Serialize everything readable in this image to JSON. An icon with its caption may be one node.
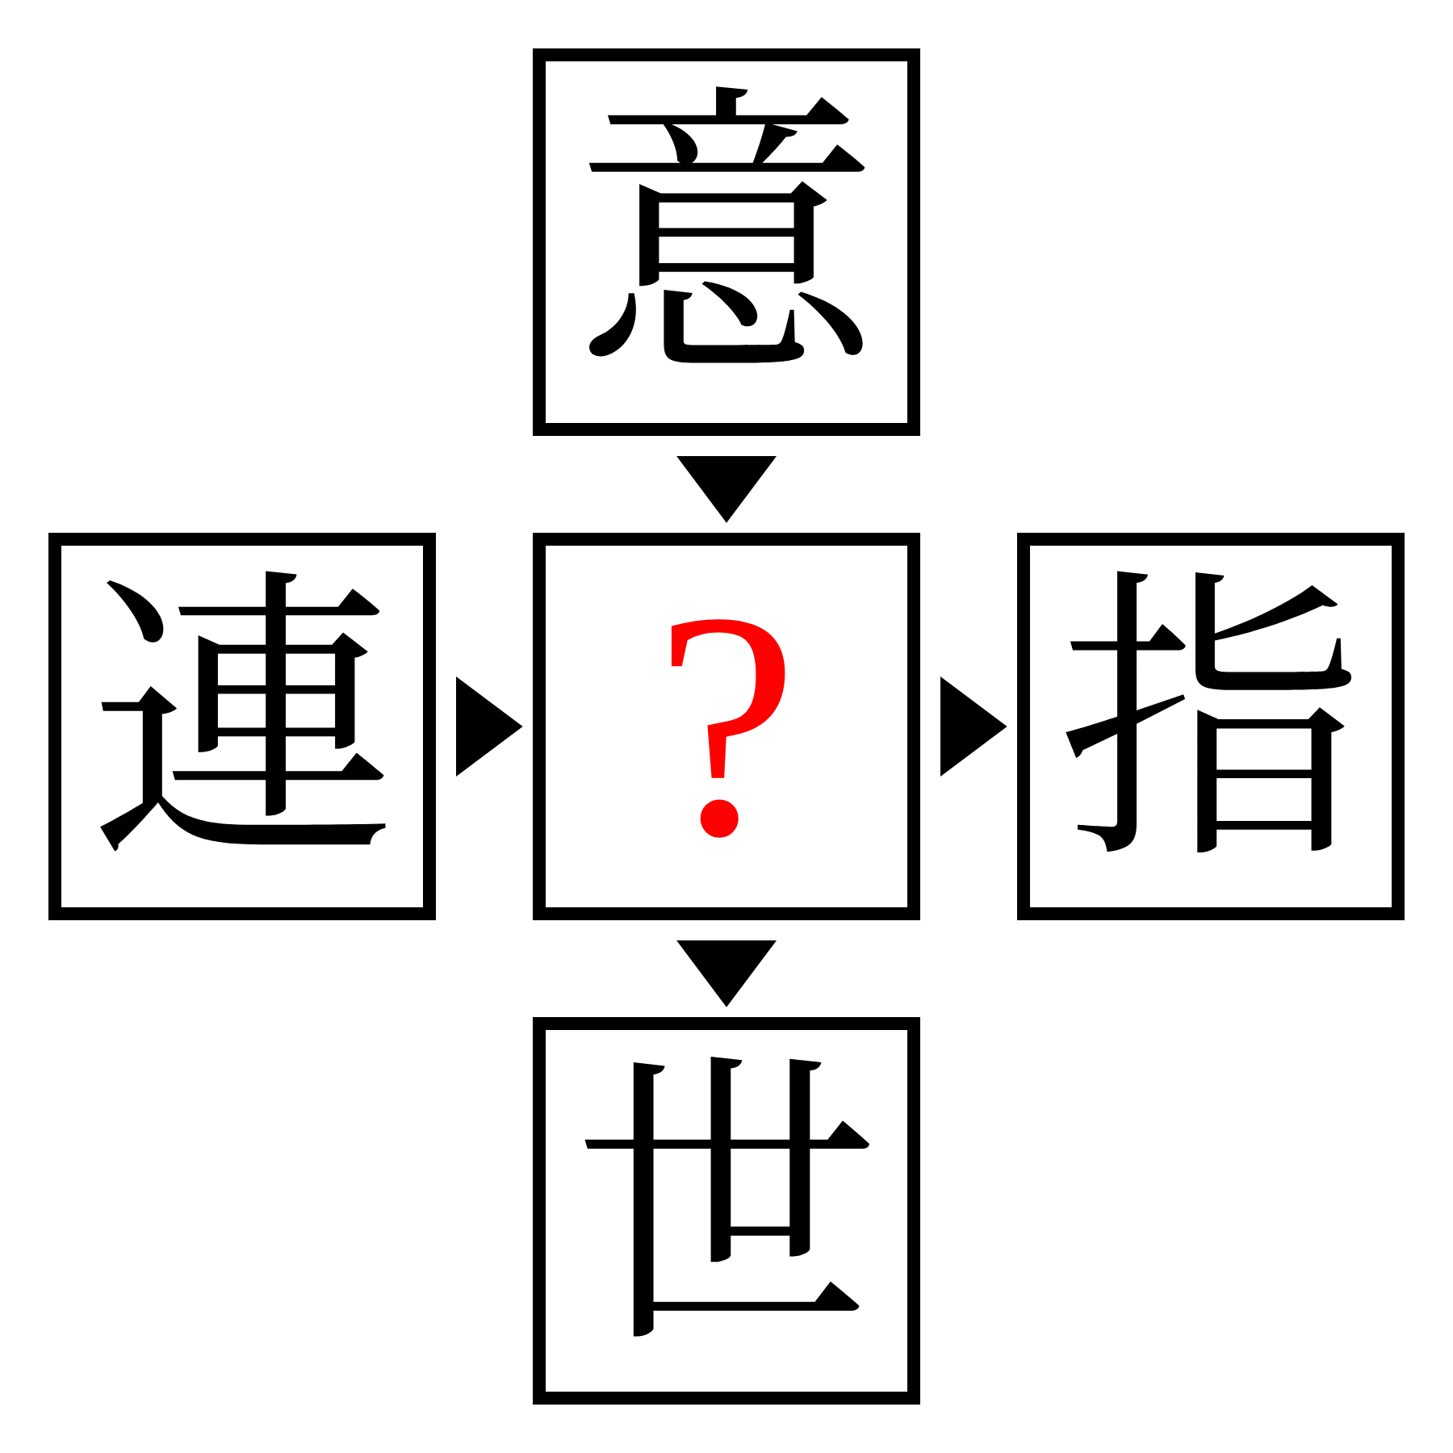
{
  "diagram": {
    "nodes": [
      {
        "text": [
          "意"
        ]
      },
      {
        "text": [
          "連"
        ]
      },
      {
        "text": [
          "?"
        ]
      },
      {
        "text": [
          "指"
        ]
      },
      {
        "text": [
          "世"
        ]
      }
    ],
    "edges": [
      {
        "from": 0,
        "to": 2,
        "arrow": "to"
      },
      {
        "from": 1,
        "to": 2,
        "arrow": "to"
      },
      {
        "from": 2,
        "to": 3,
        "arrow": "to"
      },
      {
        "from": 2,
        "to": 4,
        "arrow": "to"
      }
    ]
  }
}
